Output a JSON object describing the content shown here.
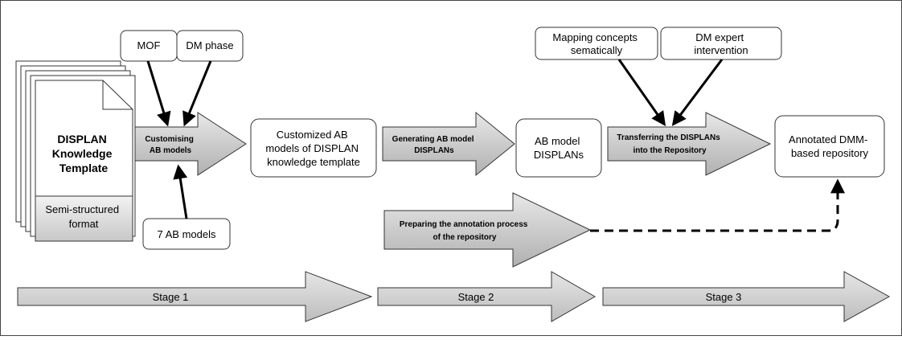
{
  "document": {
    "title_lines": [
      "DISPLAN",
      "Knowledge",
      "Template"
    ],
    "format_lines": [
      "Semi-structured",
      "format"
    ]
  },
  "inputs": {
    "mof": "MOF",
    "dm_phase": "DM phase",
    "ab_models": "7 AB models",
    "mapping": [
      "Mapping concepts",
      "sematically"
    ],
    "dm_expert": [
      "DM expert",
      "intervention"
    ]
  },
  "process_arrows": {
    "customising": [
      "Customising",
      "AB models"
    ],
    "generating": [
      "Generating AB model",
      "DISPLANs"
    ],
    "transferring": [
      "Transferring the DISPLANs",
      "into the Repository"
    ],
    "preparing": [
      "Preparing the annotation process",
      "of the repository"
    ]
  },
  "outputs": {
    "customized": [
      "Customized AB",
      "models of DISPLAN",
      "knowledge template"
    ],
    "ab_displans": [
      "AB model",
      "DISPLANs"
    ],
    "annotated": [
      "Annotated DMM-",
      "based repository"
    ]
  },
  "stages": [
    "Stage 1",
    "Stage 2",
    "Stage 3"
  ],
  "colors": {
    "arrow_fill_light": "#e6e6e6",
    "arrow_fill_dark": "#b3b3b3",
    "stroke": "#333333"
  }
}
